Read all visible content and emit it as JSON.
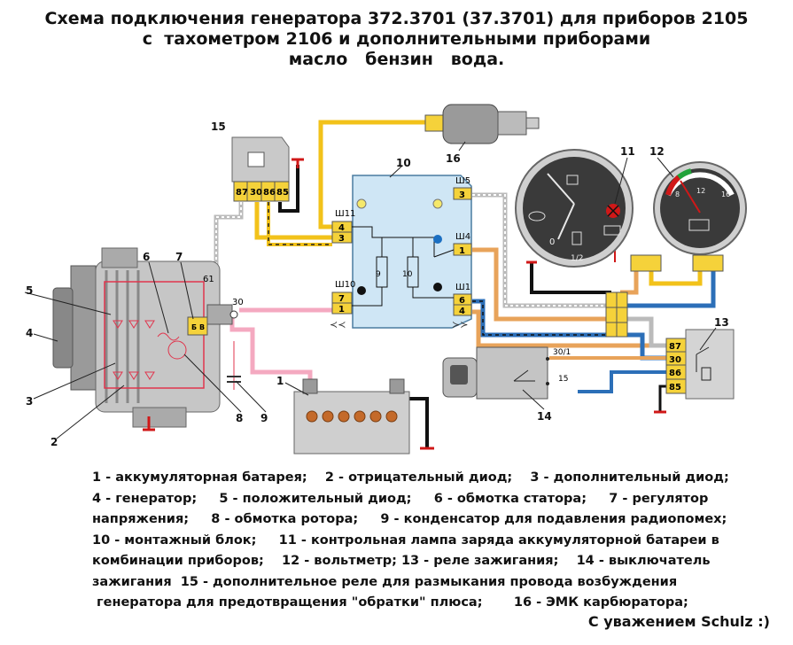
{
  "title": {
    "line1": "Схема подключения генератора 372.3701 (37.3701) для приборов 2105",
    "line2": "с  тахометром 2106 и дополнительными приборами",
    "line3": "масло   бензин   вода."
  },
  "callouts": {
    "n1": "1",
    "n2": "2",
    "n3": "3",
    "n4": "4",
    "n5": "5",
    "n6": "6",
    "n7": "7",
    "n8": "8",
    "n9": "9",
    "n10": "10",
    "n11": "11",
    "n12": "12",
    "n13": "13",
    "n14": "14",
    "n15": "15",
    "n16": "16"
  },
  "relay15_pins": [
    "87",
    "30",
    "86",
    "85"
  ],
  "relay13_pins": [
    "87",
    "30",
    "86",
    "85"
  ],
  "block10": {
    "connectors": [
      "Ш11",
      "Ш10",
      "Ш5",
      "Ш4",
      "Ш1"
    ],
    "left_pins": [
      "4",
      "3",
      "7",
      "1"
    ],
    "right_pins": [
      "3",
      "1",
      "6",
      "4"
    ],
    "inner_labels": [
      "9",
      "10"
    ]
  },
  "generator_terminals": {
    "t61": "61",
    "t30": "30",
    "reg_b": "Б",
    "reg_b2": "В"
  },
  "ignition_terminals": {
    "t301": "30/1",
    "t15": "15"
  },
  "voltmeter_scale": [
    "8",
    "12",
    "16"
  ],
  "gauge_scale": {
    "fuel_zero": "0",
    "fuel_half": "1/2"
  },
  "legend": [
    "1 - аккумуляторная батарея;    2 - отрицательный диод;    3 - дополнительный диод;",
    "4 - генератор;     5 - положительный диод;     6 - обмотка статора;     7 - регулятор",
    "напряжения;     8 - обмотка ротора;     9 - конденсатор для подавления радиопомех;",
    "10 - монтажный блок;     11 - контрольная лампа заряда аккумуляторной батареи в",
    "комбинации приборов;    12 - вольтметр; 13 - реле зажигания;    14 - выключатель",
    "зажигания  15 - дополнительное реле для размыкания провода возбуждения",
    " генератора для предотвращения \"обратки\" плюса;       16 - ЭМК карбюратора;"
  ],
  "signature": "С уважением Schulz :)",
  "colors": {
    "yellow_wire": "#f2c21a",
    "pink_wire": "#f4a9c0",
    "orange_wire": "#e8a35a",
    "blue_wire": "#2c6fb8",
    "red_wire": "#d01818",
    "block_fill": "#cfe6f5",
    "pin_yellow": "#f5d23a"
  }
}
